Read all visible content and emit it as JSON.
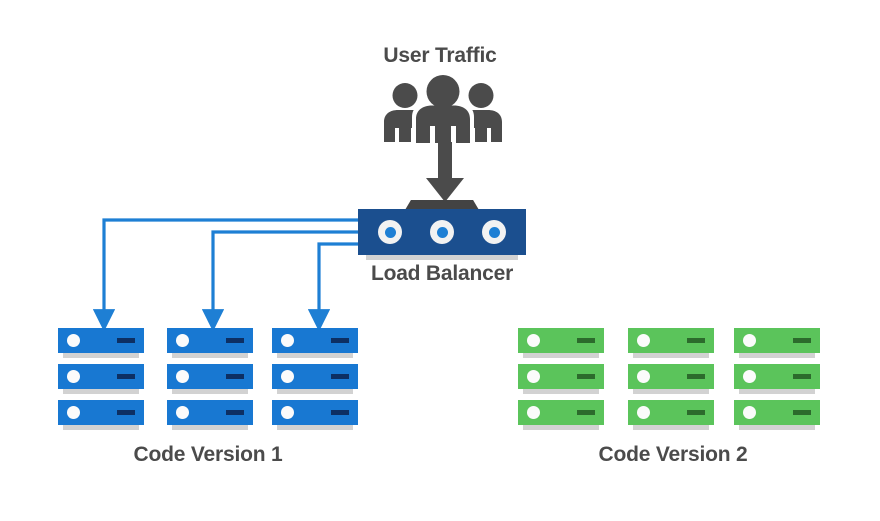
{
  "diagram": {
    "title_text": "User Traffic",
    "source": {
      "label": "User Traffic",
      "icon": "people-group-icon",
      "arrow": "down-arrow-icon",
      "arrow_color": "#4b4b4b",
      "icon_color": "#4b4b4b"
    },
    "load_balancer": {
      "label": "Load Balancer",
      "box_color": "#1b4f8f",
      "cap_color": "#434343",
      "shadow_color": "#d2d2d2",
      "led_count": 3,
      "led_outer_color": "#f2f2f2",
      "led_inner_color": "#1e7fd4"
    },
    "connectors": {
      "color": "#1e7fd4",
      "count": 3,
      "description": "three routed arrows from load balancer to code version 1 servers"
    },
    "farms": [
      {
        "label": "Code Version 1",
        "theme": "blue",
        "box_color": "#1878d2",
        "dash_color": "#0d2f63",
        "dot_color": "#fbfbfb",
        "shadow_color": "#d2d2d2",
        "receives_traffic": true,
        "stacks": [
          {
            "units": 3
          },
          {
            "units": 3
          },
          {
            "units": 3
          }
        ]
      },
      {
        "label": "Code Version 2",
        "theme": "green",
        "box_color": "#5bc45b",
        "dash_color": "#2c6b2c",
        "dot_color": "#fbfbfb",
        "shadow_color": "#d2d2d2",
        "receives_traffic": false,
        "stacks": [
          {
            "units": 3
          },
          {
            "units": 3
          },
          {
            "units": 3
          }
        ]
      }
    ],
    "colors": {
      "background": "#ffffff",
      "text": "#4b4b4b",
      "blue_accent": "#1878d2",
      "dark_blue": "#1b4f8f",
      "green_accent": "#5bc45b",
      "gray": "#4b4b4b"
    }
  }
}
